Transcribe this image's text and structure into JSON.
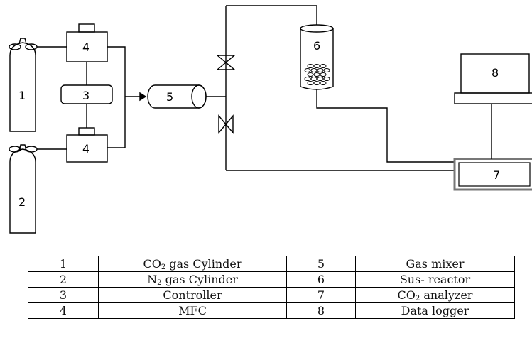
{
  "components": {
    "c1": "1",
    "c2": "2",
    "c3": "3",
    "c4a": "4",
    "c4b": "4",
    "c5": "5",
    "c6": "6",
    "c7": "7",
    "c8": "8"
  },
  "legend": {
    "rows": [
      {
        "left_num": "1",
        "left_text": "CO2 gas Cylinder",
        "right_num": "5",
        "right_text": "Gas mixer"
      },
      {
        "left_num": "2",
        "left_text": "N2 gas Cylinder",
        "right_num": "6",
        "right_text": "Sus- reactor"
      },
      {
        "left_num": "3",
        "left_text": "Controller",
        "right_num": "7",
        "right_text": "CO2 analyzer"
      },
      {
        "left_num": "4",
        "left_text": "MFC",
        "right_num": "8",
        "right_text": "Data logger"
      }
    ]
  },
  "colors": {
    "line": "#000000",
    "analyzer_border": "#777777",
    "background": "#ffffff"
  }
}
